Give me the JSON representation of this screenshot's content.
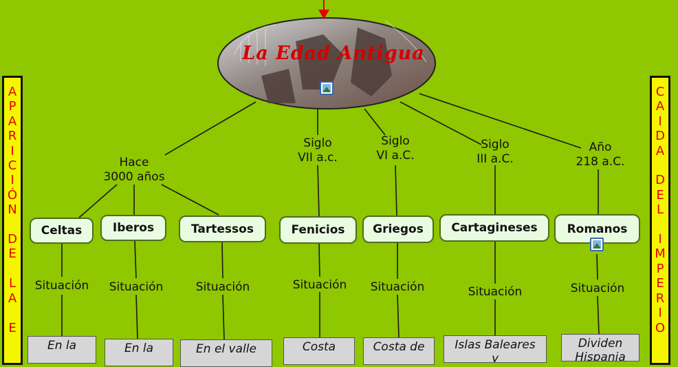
{
  "title": "La Edad Antigua",
  "left_banner": "APARICIÓN DE LA E",
  "right_banner": "CAIDA DEL IMPERIO",
  "groups": [
    {
      "label": "Hace\n3000 años"
    },
    {
      "label": "Siglo\nVII a.c."
    },
    {
      "label": "Siglo\nVI a.C."
    },
    {
      "label": "Siglo\nIII a.C."
    },
    {
      "label": "Año\n218 a.C."
    }
  ],
  "peoples": [
    {
      "name": "Celtas",
      "link": "Situación",
      "detail": "En la"
    },
    {
      "name": "Iberos",
      "link": "Situación",
      "detail": "En la"
    },
    {
      "name": "Tartessos",
      "link": "Situación",
      "detail": "En el valle"
    },
    {
      "name": "Fenicios",
      "link": "Situación",
      "detail": "Costa"
    },
    {
      "name": "Griegos",
      "link": "Situación",
      "detail": "Costa de"
    },
    {
      "name": "Cartagineses",
      "link": "Situación",
      "detail": "Islas Baleares\ny"
    },
    {
      "name": "Romanos",
      "link": "Situación",
      "detail": "Dividen\nHispania"
    }
  ],
  "colors": {
    "background": "#8fc700",
    "node_fill": "#e9fbe0",
    "banner_fill": "#f5f500",
    "banner_text": "#e00000",
    "arrow": "#e00000"
  },
  "icons": [
    "image-icon",
    "down-arrow-icon"
  ]
}
